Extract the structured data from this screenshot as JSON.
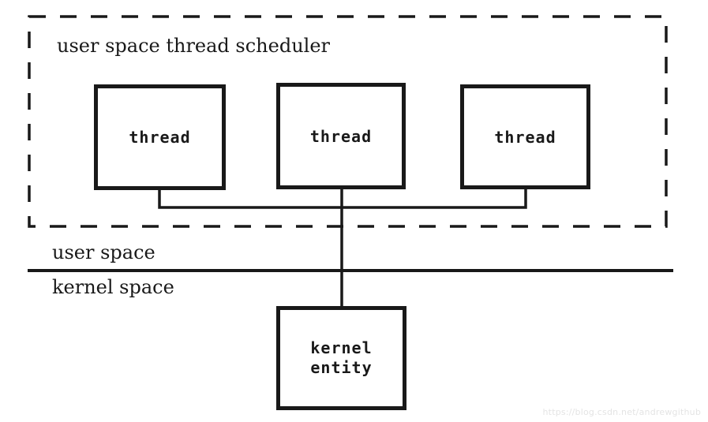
{
  "diagram": {
    "title": "user space thread scheduler",
    "regions": {
      "user_space_label": "user space",
      "kernel_space_label": "kernel space"
    },
    "thread_boxes": [
      {
        "label": "thread"
      },
      {
        "label": "thread"
      },
      {
        "label": "thread"
      }
    ],
    "kernel_box": {
      "label": "kernel\nentity"
    },
    "watermark": "https://blog.csdn.net/andrewgithub",
    "colors": {
      "line": "#191919",
      "background": "#ffffff",
      "watermark": "#e4e4e4"
    }
  }
}
